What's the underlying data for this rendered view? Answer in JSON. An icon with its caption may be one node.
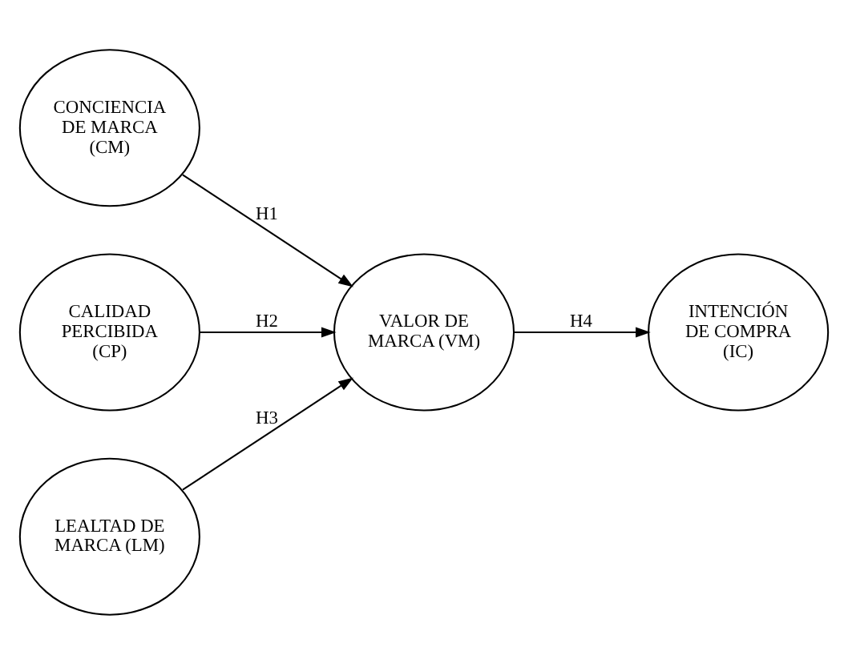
{
  "diagram": {
    "nodes": [
      {
        "text": [
          "CONCIENCIA DE MARCA (CM)"
        ]
      },
      {
        "text": [
          "CALIDAD PERCIBIDA (CP)"
        ]
      },
      {
        "text": [
          "LEALTAD DE MARCA (LM)"
        ]
      },
      {
        "text": [
          "VALOR DE MARCA (VM)"
        ]
      },
      {
        "text": [
          "INTENCIÓN DE COMPRA (IC)"
        ]
      }
    ],
    "edges": [
      {
        "from": 0,
        "to": 3,
        "arrow": "to",
        "label": "H1"
      },
      {
        "from": 1,
        "to": 3,
        "arrow": "to",
        "label": "H2"
      },
      {
        "from": 2,
        "to": 3,
        "arrow": "to",
        "label": "H3"
      },
      {
        "from": 3,
        "to": 4,
        "arrow": "to",
        "label": "H4"
      }
    ]
  }
}
